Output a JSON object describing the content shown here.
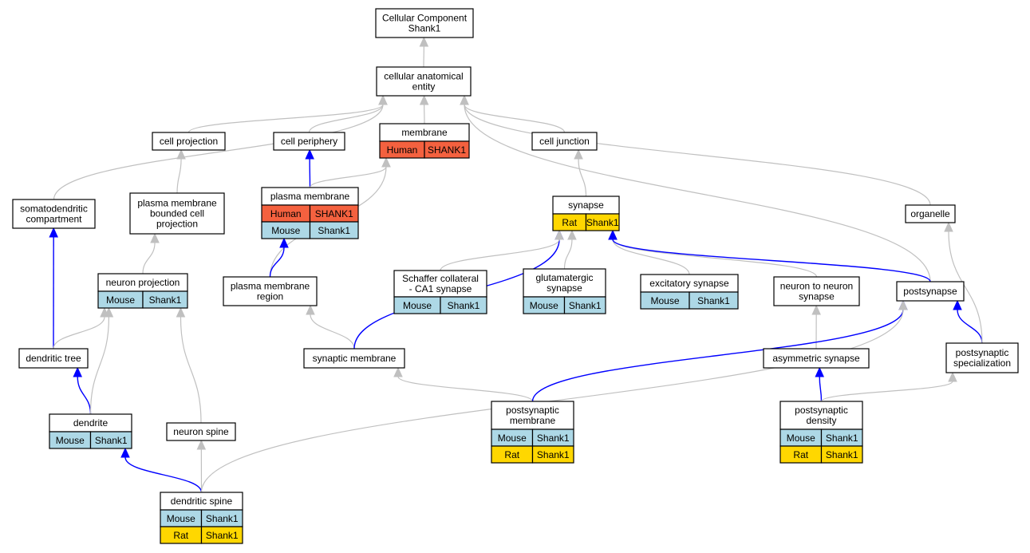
{
  "colors": {
    "human": "#f4613f",
    "mouse": "#add8e6",
    "rat": "#ffd700",
    "edge_grey": "#c0c0c0",
    "edge_blue": "#0000ff"
  },
  "nodes": [
    {
      "id": "root",
      "lines": [
        "Cellular Component",
        "Shank1"
      ],
      "rows": []
    },
    {
      "id": "cae",
      "lines": [
        "cellular anatomical",
        "entity"
      ],
      "rows": []
    },
    {
      "id": "cellproj",
      "lines": [
        "cell projection"
      ],
      "rows": []
    },
    {
      "id": "cellper",
      "lines": [
        "cell periphery"
      ],
      "rows": []
    },
    {
      "id": "membrane",
      "lines": [
        "membrane"
      ],
      "rows": [
        {
          "species": "Human",
          "gene": "SHANK1"
        }
      ]
    },
    {
      "id": "celljunc",
      "lines": [
        "cell junction"
      ],
      "rows": []
    },
    {
      "id": "somato",
      "lines": [
        "somatodendritic",
        "compartment"
      ],
      "rows": []
    },
    {
      "id": "pmbcp",
      "lines": [
        "plasma membrane",
        "bounded cell",
        "projection"
      ],
      "rows": []
    },
    {
      "id": "pm",
      "lines": [
        "plasma membrane"
      ],
      "rows": [
        {
          "species": "Human",
          "gene": "SHANK1"
        },
        {
          "species": "Mouse",
          "gene": "Shank1"
        }
      ]
    },
    {
      "id": "synapse",
      "lines": [
        "synapse"
      ],
      "rows": [
        {
          "species": "Rat",
          "gene": "Shank1"
        }
      ]
    },
    {
      "id": "organelle",
      "lines": [
        "organelle"
      ],
      "rows": []
    },
    {
      "id": "neuronproj",
      "lines": [
        "neuron projection"
      ],
      "rows": [
        {
          "species": "Mouse",
          "gene": "Shank1"
        }
      ]
    },
    {
      "id": "pmr",
      "lines": [
        "plasma membrane",
        "region"
      ],
      "rows": []
    },
    {
      "id": "schaffer",
      "lines": [
        "Schaffer collateral",
        "- CA1 synapse"
      ],
      "rows": [
        {
          "species": "Mouse",
          "gene": "Shank1"
        }
      ]
    },
    {
      "id": "glut",
      "lines": [
        "glutamatergic",
        "synapse"
      ],
      "rows": [
        {
          "species": "Mouse",
          "gene": "Shank1"
        }
      ]
    },
    {
      "id": "excit",
      "lines": [
        "excitatory synapse"
      ],
      "rows": [
        {
          "species": "Mouse",
          "gene": "Shank1"
        }
      ]
    },
    {
      "id": "n2n",
      "lines": [
        "neuron to neuron",
        "synapse"
      ],
      "rows": []
    },
    {
      "id": "postsyn",
      "lines": [
        "postsynapse"
      ],
      "rows": []
    },
    {
      "id": "dendtree",
      "lines": [
        "dendritic tree"
      ],
      "rows": []
    },
    {
      "id": "synmem",
      "lines": [
        "synaptic membrane"
      ],
      "rows": []
    },
    {
      "id": "asym",
      "lines": [
        "asymmetric synapse"
      ],
      "rows": []
    },
    {
      "id": "postspec",
      "lines": [
        "postsynaptic",
        "specialization"
      ],
      "rows": []
    },
    {
      "id": "dendrite",
      "lines": [
        "dendrite"
      ],
      "rows": [
        {
          "species": "Mouse",
          "gene": "Shank1"
        }
      ]
    },
    {
      "id": "nspine",
      "lines": [
        "neuron spine"
      ],
      "rows": []
    },
    {
      "id": "psm",
      "lines": [
        "postsynaptic",
        "membrane"
      ],
      "rows": [
        {
          "species": "Mouse",
          "gene": "Shank1"
        },
        {
          "species": "Rat",
          "gene": "Shank1"
        }
      ]
    },
    {
      "id": "psd",
      "lines": [
        "postsynaptic",
        "density"
      ],
      "rows": [
        {
          "species": "Mouse",
          "gene": "Shank1"
        },
        {
          "species": "Rat",
          "gene": "Shank1"
        }
      ]
    },
    {
      "id": "dspine",
      "lines": [
        "dendritic spine"
      ],
      "rows": [
        {
          "species": "Mouse",
          "gene": "Shank1"
        },
        {
          "species": "Rat",
          "gene": "Shank1"
        }
      ]
    }
  ],
  "edges": [
    {
      "from": "cae",
      "to": "root",
      "type": "is_a"
    },
    {
      "from": "cellproj",
      "to": "cae",
      "type": "is_a"
    },
    {
      "from": "cellper",
      "to": "cae",
      "type": "is_a"
    },
    {
      "from": "membrane",
      "to": "cae",
      "type": "is_a"
    },
    {
      "from": "celljunc",
      "to": "cae",
      "type": "is_a"
    },
    {
      "from": "somato",
      "to": "cae",
      "type": "is_a"
    },
    {
      "from": "organelle",
      "to": "cae",
      "type": "is_a"
    },
    {
      "from": "postsyn",
      "to": "cae",
      "type": "is_a"
    },
    {
      "from": "pmbcp",
      "to": "cellproj",
      "type": "is_a"
    },
    {
      "from": "pm",
      "to": "cellper",
      "type": "part_of"
    },
    {
      "from": "pm",
      "to": "membrane",
      "type": "is_a"
    },
    {
      "from": "pmr",
      "to": "membrane",
      "type": "is_a"
    },
    {
      "from": "synapse",
      "to": "celljunc",
      "type": "is_a"
    },
    {
      "from": "neuronproj",
      "to": "pmbcp",
      "type": "is_a"
    },
    {
      "from": "pmr",
      "to": "pm",
      "type": "part_of"
    },
    {
      "from": "synmem",
      "to": "pmr",
      "type": "is_a"
    },
    {
      "from": "synmem",
      "to": "synapse",
      "type": "part_of"
    },
    {
      "from": "schaffer",
      "to": "synapse",
      "type": "is_a"
    },
    {
      "from": "glut",
      "to": "synapse",
      "type": "is_a"
    },
    {
      "from": "excit",
      "to": "synapse",
      "type": "is_a"
    },
    {
      "from": "n2n",
      "to": "synapse",
      "type": "is_a"
    },
    {
      "from": "postsyn",
      "to": "synapse",
      "type": "part_of"
    },
    {
      "from": "asym",
      "to": "n2n",
      "type": "is_a"
    },
    {
      "from": "psd",
      "to": "asym",
      "type": "part_of"
    },
    {
      "from": "psd",
      "to": "postspec",
      "type": "is_a"
    },
    {
      "from": "postspec",
      "to": "postsyn",
      "type": "part_of"
    },
    {
      "from": "postspec",
      "to": "organelle",
      "type": "is_a"
    },
    {
      "from": "psm",
      "to": "synmem",
      "type": "is_a"
    },
    {
      "from": "psm",
      "to": "postsyn",
      "type": "part_of"
    },
    {
      "from": "dendtree",
      "to": "somato",
      "type": "part_of"
    },
    {
      "from": "dendtree",
      "to": "neuronproj",
      "type": "is_a"
    },
    {
      "from": "dendrite",
      "to": "dendtree",
      "type": "part_of"
    },
    {
      "from": "dendrite",
      "to": "neuronproj",
      "type": "is_a"
    },
    {
      "from": "nspine",
      "to": "neuronproj",
      "type": "is_a"
    },
    {
      "from": "dspine",
      "to": "nspine",
      "type": "is_a"
    },
    {
      "from": "dspine",
      "to": "dendrite",
      "type": "part_of"
    },
    {
      "from": "dspine",
      "to": "postsyn",
      "type": "is_a"
    }
  ]
}
